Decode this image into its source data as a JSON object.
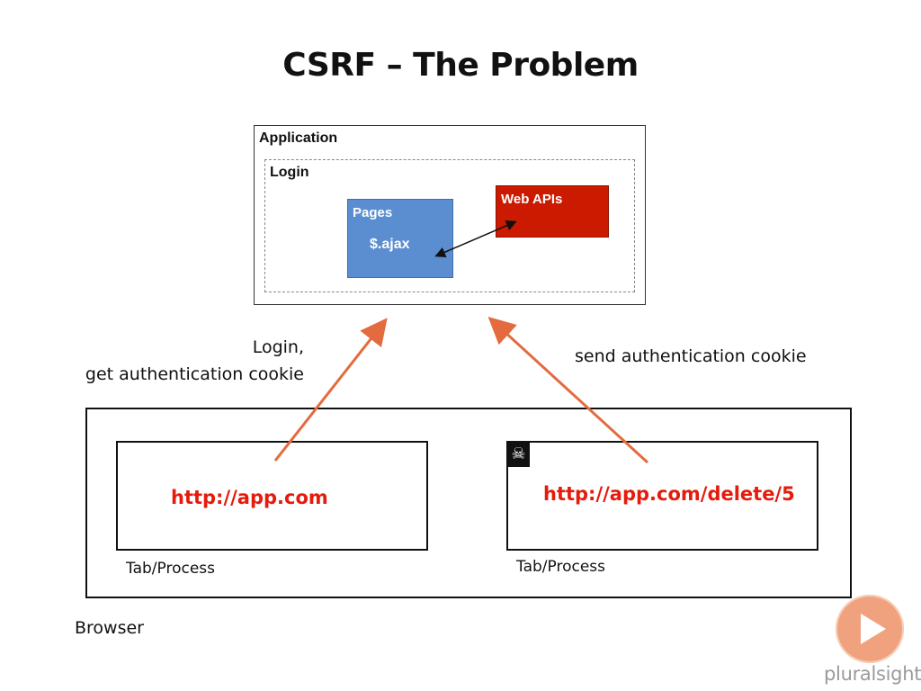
{
  "slide": {
    "title": "CSRF – The Problem"
  },
  "application": {
    "label": "Application",
    "login_label": "Login",
    "pages_label": "Pages",
    "ajax_label": "$.ajax",
    "webapi_label": "Web APIs"
  },
  "captions": {
    "login_line1": "Login,",
    "login_line2": "get authentication cookie",
    "send": "send authentication cookie"
  },
  "browser": {
    "label": "Browser",
    "tabs": [
      {
        "url": "http://app.com",
        "caption": "Tab/Process"
      },
      {
        "url": "http://app.com/delete/5",
        "caption": "Tab/Process"
      }
    ]
  },
  "icons": {
    "skull": "skull-crossbones-icon",
    "logo": "play-icon"
  },
  "branding": {
    "logo_text": "pluralsight"
  },
  "colors": {
    "pages": "#5b8ed0",
    "webapi": "#cc1a00",
    "url": "#e51b0c",
    "arrow": "#e36b3f",
    "logo": "#f0a27e"
  }
}
